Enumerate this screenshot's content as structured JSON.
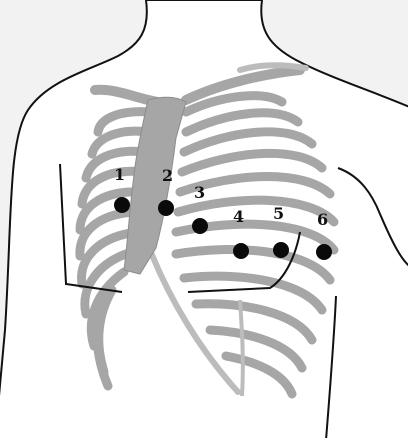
{
  "colors": {
    "background": "#f2f2f2",
    "body_fill": "#ffffff",
    "outline": "#111111",
    "bone": "#a6a6a6",
    "bone_light": "#bcbcbc",
    "electrode": "#0a0a0a"
  },
  "electrodes": [
    {
      "label": "1"
    },
    {
      "label": "2"
    },
    {
      "label": "3"
    },
    {
      "label": "4"
    },
    {
      "label": "5"
    },
    {
      "label": "6"
    }
  ]
}
